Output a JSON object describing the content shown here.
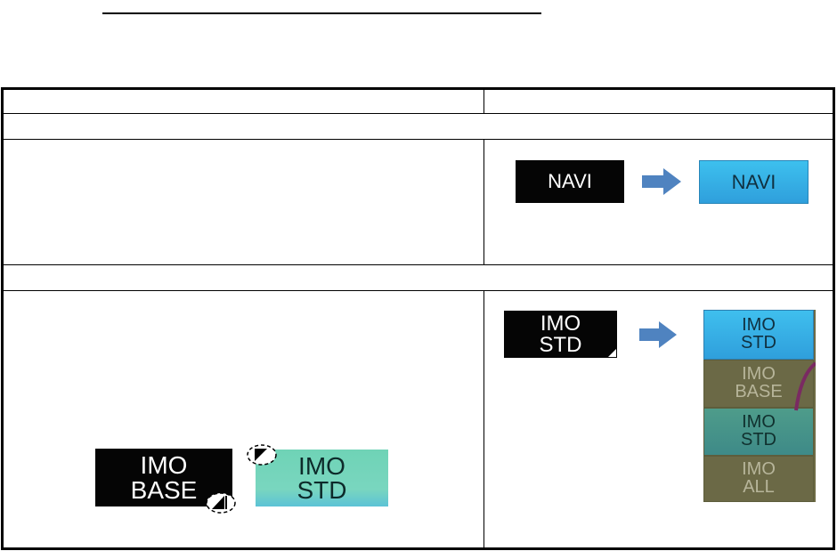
{
  "buttons": {
    "navi_inactive": "NAVI",
    "navi_active": "NAVI",
    "imo_std_line1": "IMO",
    "imo_std_line2": "STD",
    "imo_base_line1": "IMO",
    "imo_base_line2": "BASE",
    "imo_std_teal_line1": "IMO",
    "imo_std_teal_line2": "STD"
  },
  "dropdown": {
    "items": [
      {
        "line1": "IMO",
        "line2": "STD"
      },
      {
        "line1": "IMO",
        "line2": "BASE"
      },
      {
        "line1": "IMO",
        "line2": "STD"
      },
      {
        "line1": "IMO",
        "line2": "ALL"
      }
    ]
  },
  "colors": {
    "button_black": "#050505",
    "button_blue": "#3dc0ee",
    "button_teal": "#79d6bf",
    "arrow": "#4f83c0",
    "menu_olive": "#6e6b45"
  }
}
